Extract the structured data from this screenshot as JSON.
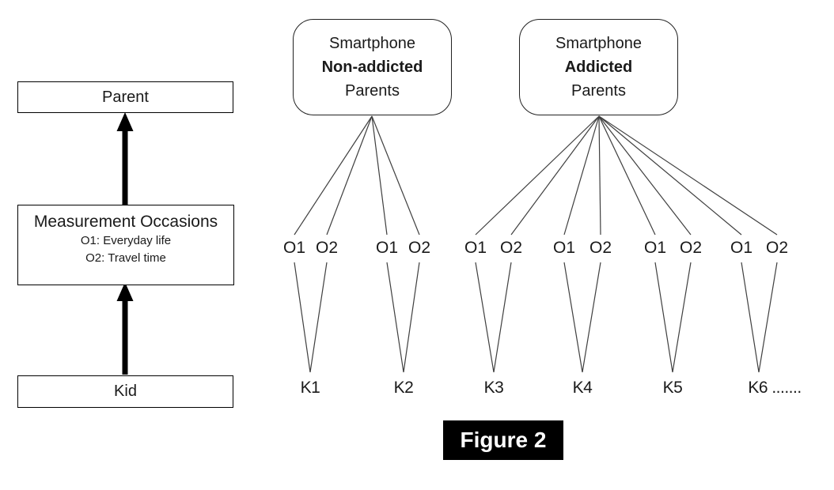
{
  "figure": {
    "caption": "Figure 2"
  },
  "hierarchy": {
    "parent_label": "Parent",
    "occasions_title": "Measurement Occasions",
    "occasion1_desc": "O1: Everyday life",
    "occasion2_desc": "O2: Travel time",
    "kid_label": "Kid"
  },
  "groups": {
    "group1": {
      "line1": "Smartphone",
      "line2": "Non-addicted",
      "line3": "Parents"
    },
    "group2": {
      "line1": "Smartphone",
      "line2": "Addicted",
      "line3": "Parents"
    }
  },
  "occasions": {
    "pair1": {
      "o1": "O1",
      "o2": "O2"
    },
    "pair2": {
      "o1": "O1",
      "o2": "O2"
    },
    "pair3": {
      "o1": "O1",
      "o2": "O2"
    },
    "pair4": {
      "o1": "O1",
      "o2": "O2"
    },
    "pair5": {
      "o1": "O1",
      "o2": "O2"
    },
    "pair6": {
      "o1": "O1",
      "o2": "O2"
    }
  },
  "kids": {
    "k1": "K1",
    "k2": "K2",
    "k3": "K3",
    "k4": "K4",
    "k5": "K5",
    "k6": "K6 ......."
  },
  "colors": {
    "thin_line": "#3f3f3f",
    "ink": "#1a1a1a",
    "caption_bg": "#000000",
    "caption_fg": "#ffffff"
  }
}
